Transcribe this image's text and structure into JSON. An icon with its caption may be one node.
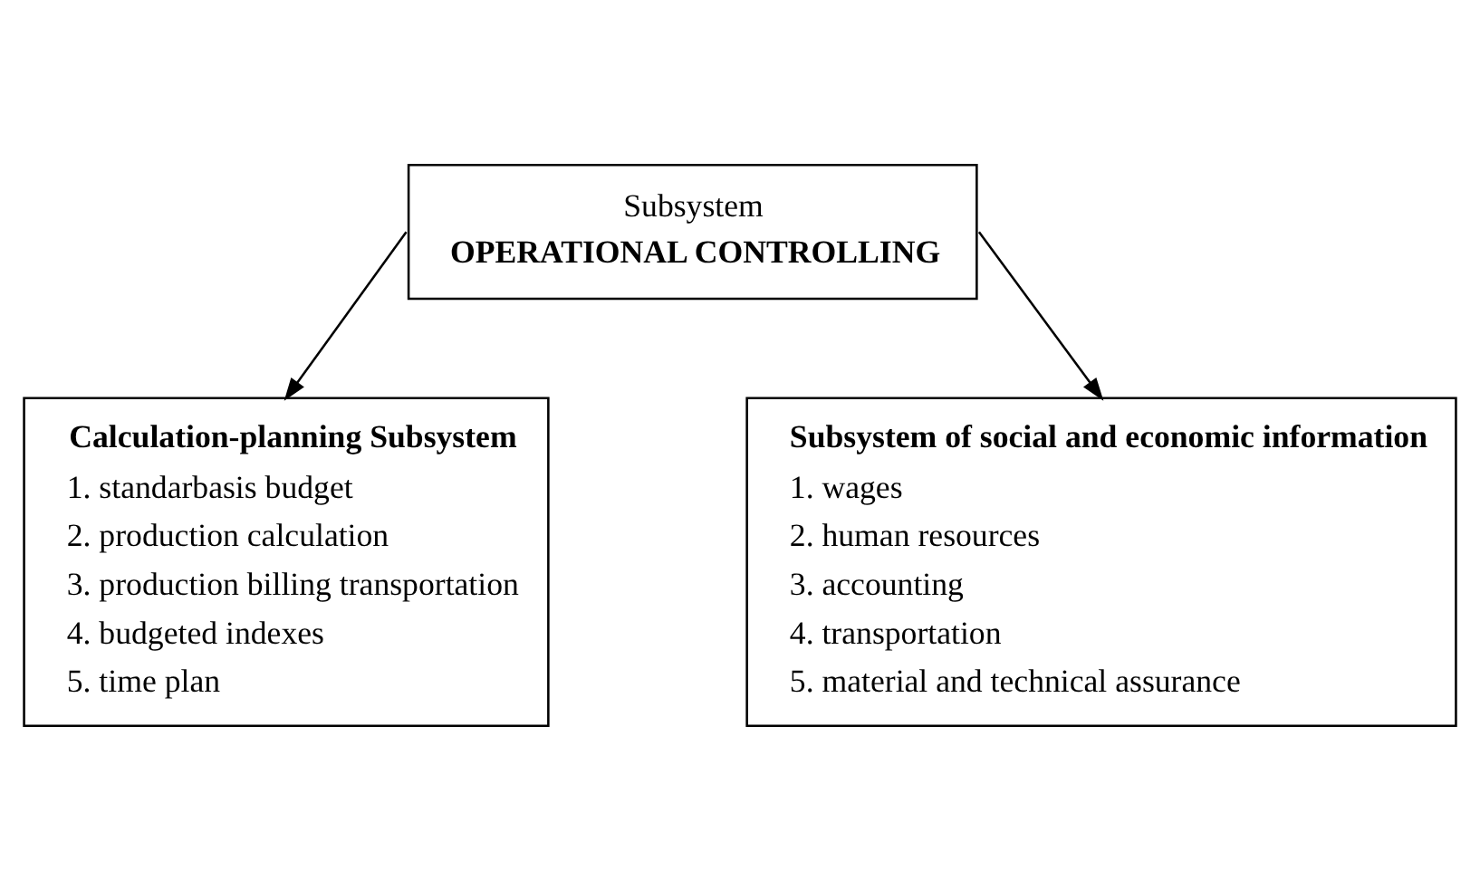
{
  "diagram": {
    "nodes": [
      {
        "text": [
          "Subsystem",
          "OPERATIONAL CONTROLLING"
        ]
      },
      {
        "text": [
          "Calculation-planning Subsystem",
          "1. standarbasis budget",
          "2. production calculation",
          "3. production billing transportation",
          "4. budgeted indexes",
          "5. time plan"
        ]
      },
      {
        "text": [
          "Subsystem of social and economic information",
          "1. wages",
          "2. human resources",
          "3. accounting",
          "4. transportation",
          "5. material and technical assurance"
        ]
      }
    ],
    "edges": [
      {
        "from": 0,
        "to": 1,
        "arrow": "to"
      },
      {
        "from": 0,
        "to": 2,
        "arrow": "to"
      }
    ]
  }
}
